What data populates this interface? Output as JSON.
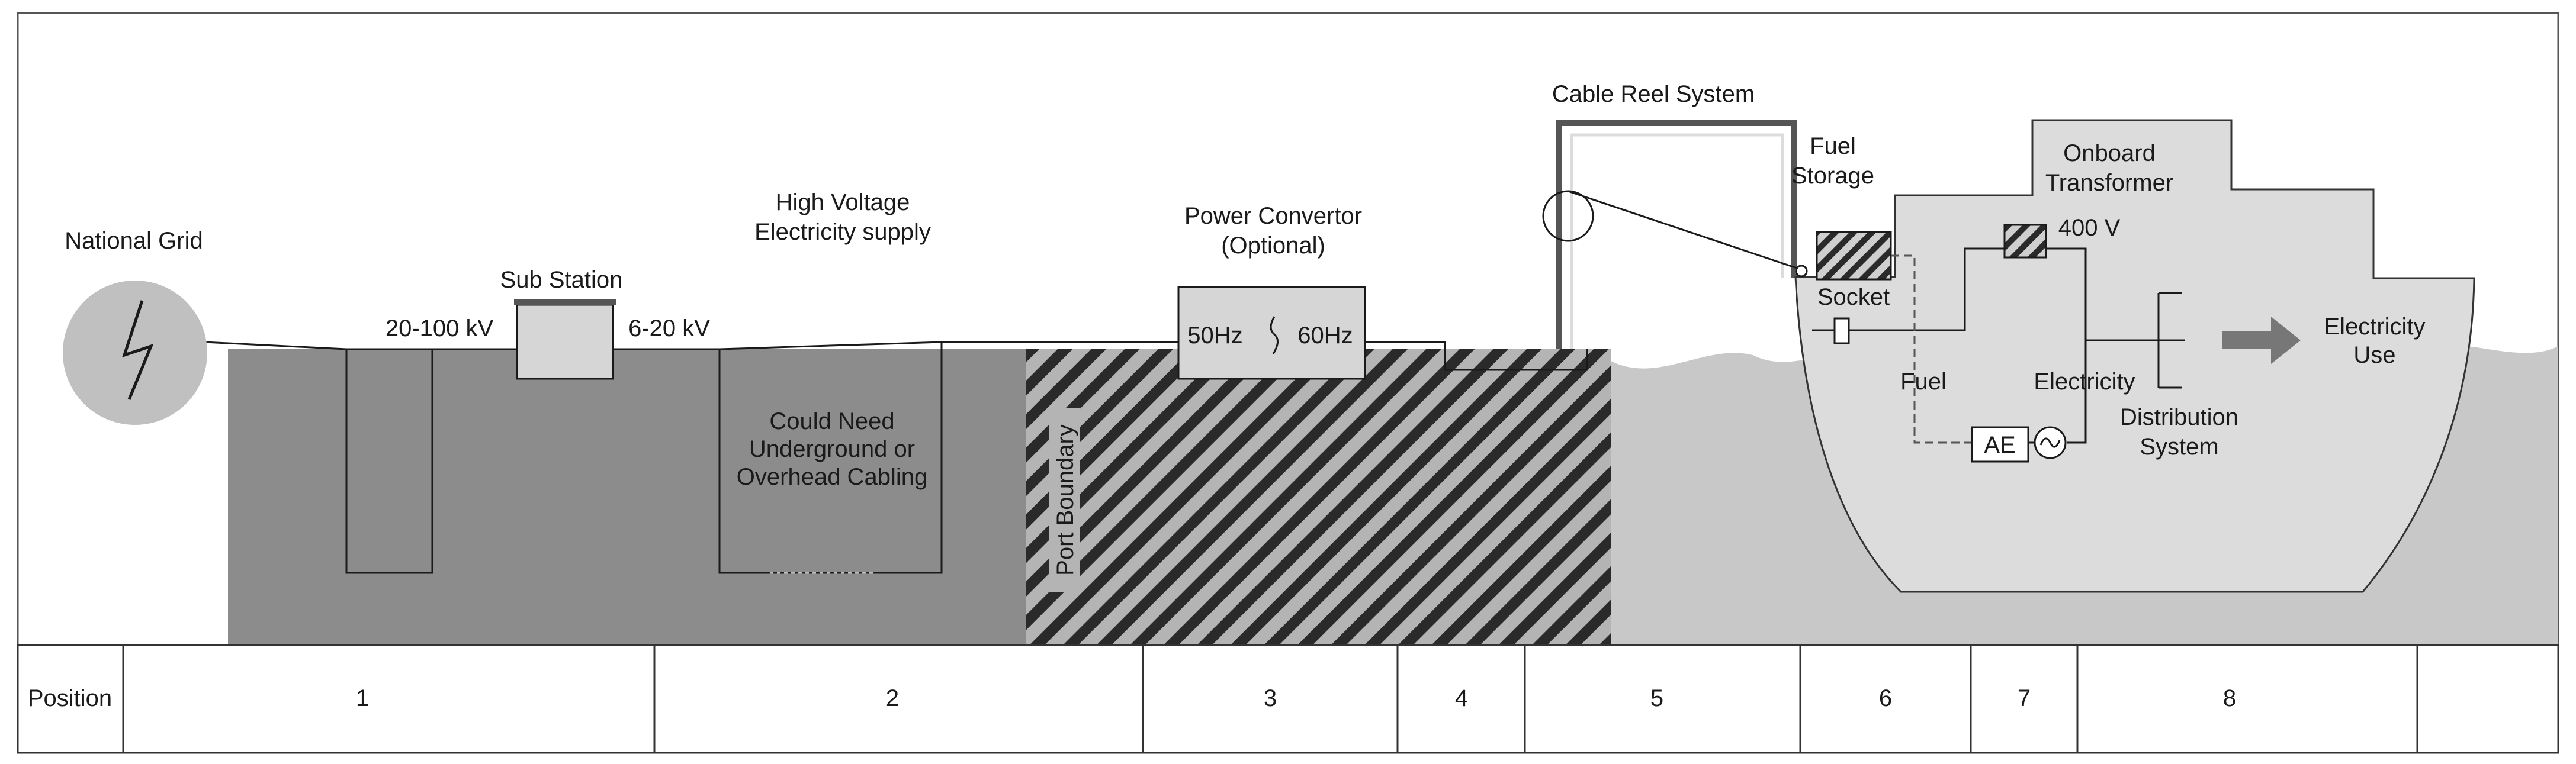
{
  "labels": {
    "national_grid": "National Grid",
    "sub_station": "Sub Station",
    "hv_line1": "High Voltage",
    "hv_line2": "Electricity supply",
    "v_20_100": "20-100 kV",
    "v_6_20": "6-20 kV",
    "cabling_line1": "Could Need",
    "cabling_line2": "Underground or",
    "cabling_line3": "Overhead Cabling",
    "port_boundary": "Port Boundary",
    "power_convertor_line1": "Power Convertor",
    "power_convertor_line2": "(Optional)",
    "hz_50": "50Hz",
    "hz_60": "60Hz",
    "cable_reel": "Cable Reel System",
    "fuel_storage_line1": "Fuel",
    "fuel_storage_line2": "Storage",
    "socket": "Socket",
    "onboard_line1": "Onboard",
    "onboard_line2": "Transformer",
    "v_400": "400 V",
    "fuel": "Fuel",
    "electricity": "Electricity",
    "distribution_line1": "Distribution",
    "distribution_line2": "System",
    "ae": "AE",
    "electricity_use_line1": "Electricity",
    "electricity_use_line2": "Use"
  },
  "position_row": {
    "header": "Position",
    "cells": [
      "1",
      "2",
      "3",
      "4",
      "5",
      "6",
      "7",
      "8",
      ""
    ]
  },
  "colors": {
    "land": "#8c8c8c",
    "water": "#c8c8c8",
    "ship": "#dcdcdc",
    "grid_circle": "#c0c0c0",
    "outline": "#333333"
  },
  "icons": {
    "grid": "lightning-bolt-icon",
    "frequency": "wave-squiggle-icon",
    "generator": "ac-sine-icon",
    "arrow": "right-arrow-icon"
  }
}
